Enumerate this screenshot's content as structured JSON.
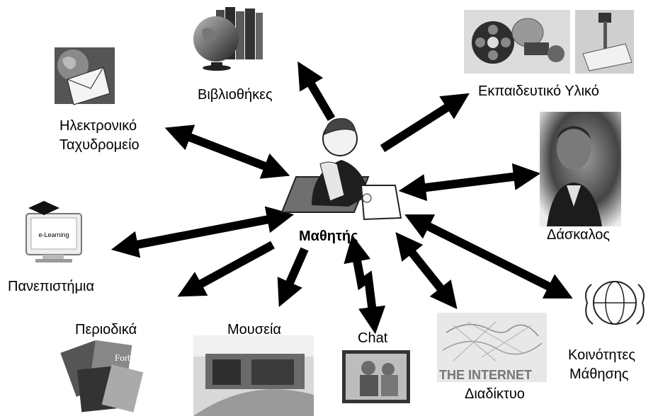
{
  "center_label": "Μαθητής",
  "nodes": [
    {
      "id": "libraries",
      "label": "Βιβλιοθήκες",
      "icon": "globe-books-icon"
    },
    {
      "id": "email",
      "label_lines": [
        "Ηλεκτρονικό",
        "Ταχυδρομείο"
      ],
      "icon": "email-globe-icon"
    },
    {
      "id": "educational-material",
      "label": "Εκπαιδευτικό Υλικό",
      "icon": "film-reel-projector-icon"
    },
    {
      "id": "teacher",
      "label": "Δάσκαλος",
      "icon": "teacher-photo-icon"
    },
    {
      "id": "universities",
      "label": "Πανεπιστήμια",
      "icon": "e-learning-computer-icon",
      "icon_text": "e-Learning"
    },
    {
      "id": "periodicals",
      "label": "Περιοδικά",
      "icon": "magazines-icon",
      "icon_text": "Forbes"
    },
    {
      "id": "museums",
      "label": "Μουσεία",
      "icon": "museum-photo-icon"
    },
    {
      "id": "chat",
      "label": "Chat",
      "icon": "chat-photo-icon"
    },
    {
      "id": "internet",
      "label": "Διαδίκτυο",
      "icon": "internet-map-icon",
      "icon_text": "THE INTERNET"
    },
    {
      "id": "learning-communities",
      "label_lines": [
        "Κοινότητες",
        "Μάθησης"
      ],
      "icon": "community-heads-globe-icon"
    }
  ],
  "arrow_color": "#000000"
}
